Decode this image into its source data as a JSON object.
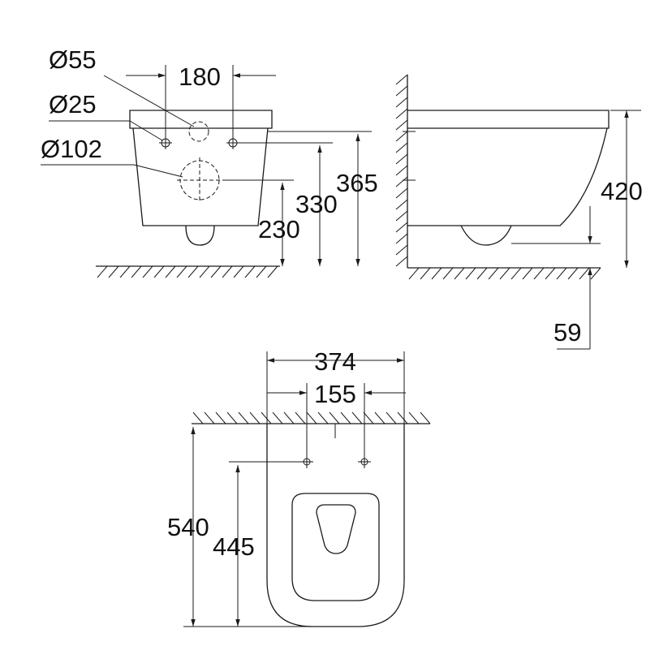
{
  "side_view": {
    "labels": {
      "dia55": "Ø55",
      "dia25": "Ø25",
      "dia102": "Ø102",
      "w180": "180",
      "h365": "365",
      "h330": "330",
      "h230": "230"
    }
  },
  "profile_view": {
    "labels": {
      "h420": "420",
      "h59": "59"
    }
  },
  "top_view": {
    "labels": {
      "w374": "374",
      "w155": "155",
      "d540": "540",
      "d445": "445"
    }
  }
}
